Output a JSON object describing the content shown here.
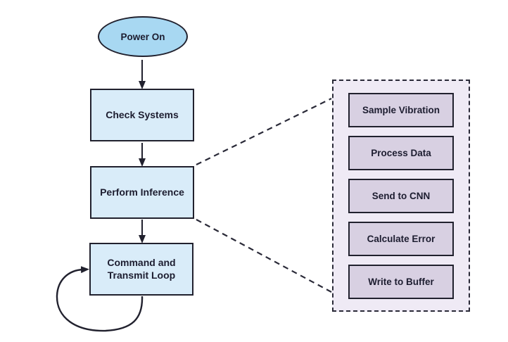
{
  "diagram": {
    "type": "flowchart",
    "background_color": "#ffffff",
    "main_flow": {
      "start": {
        "label": "Power On",
        "shape": "ellipse"
      },
      "steps": [
        {
          "label": "Check Systems",
          "shape": "rectangle"
        },
        {
          "label": "Perform Inference",
          "shape": "rectangle"
        },
        {
          "label": "Command and Transmit Loop",
          "shape": "rectangle"
        }
      ]
    },
    "connectors": [
      {
        "from": "Power On",
        "to": "Check Systems",
        "style": "solid-arrow"
      },
      {
        "from": "Check Systems",
        "to": "Perform Inference",
        "style": "solid-arrow"
      },
      {
        "from": "Perform Inference",
        "to": "Command and Transmit Loop",
        "style": "solid-arrow"
      },
      {
        "from": "Command and Transmit Loop",
        "to": "Command and Transmit Loop",
        "style": "self-loop-arrow"
      },
      {
        "from": "Perform Inference",
        "to": "subprocess-panel",
        "style": "dashed-expansion-lines"
      }
    ],
    "subprocess_panel": {
      "linked_from": "Perform Inference",
      "border_style": "dashed",
      "steps": [
        {
          "label": "Sample Vibration"
        },
        {
          "label": "Process Data"
        },
        {
          "label": "Send to CNN"
        },
        {
          "label": "Calculate Error"
        },
        {
          "label": "Write to Buffer"
        }
      ]
    },
    "colors": {
      "start_node_fill": "#a8d8f2",
      "step_node_fill": "#d9ecf9",
      "panel_fill": "#efeaf5",
      "panel_step_fill": "#d8d0e2",
      "stroke": "#21212e",
      "text": "#1d1d30"
    }
  }
}
